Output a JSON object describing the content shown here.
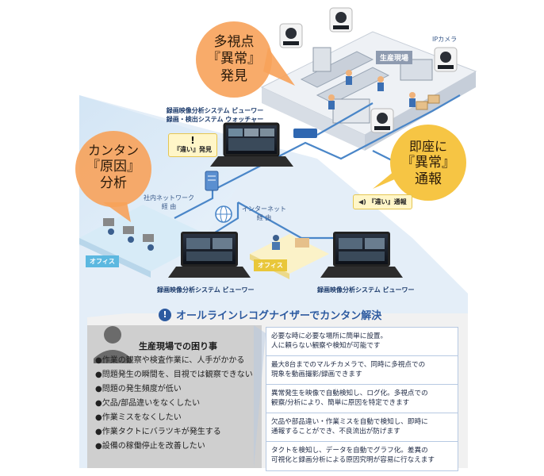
{
  "bubbles": {
    "multi_view": {
      "line1": "多視点",
      "line2": "『異常』",
      "line3": "発見"
    },
    "easy_cause": {
      "line1": "カンタン",
      "line2": "『原因』",
      "line3": "分析"
    },
    "instant": {
      "line1": "即座に",
      "line2": "『異常』",
      "line3": "通報"
    }
  },
  "labels": {
    "ip_camera": "IPカメラ",
    "production_site": "生産現場",
    "system_top_line1": "録画映像分析システム ビューワー",
    "system_top_line2": "録画・検出システム ウォッチャー",
    "difference_found": "『違い』発見",
    "difference_notify": "『違い』通報",
    "intranet_line1": "社内ネットワーク",
    "intranet_line2": "経 由",
    "internet_line1": "インターネット",
    "internet_line2": "経 由",
    "office": "オフィス",
    "viewer_left": "録画映像分析システム ビューワー",
    "viewer_right": "録画映像分析システム ビューワー"
  },
  "solution_header": {
    "icon": "exclamation-icon",
    "title": "オールラインレコグナイザーでカンタン解決"
  },
  "problems": {
    "title": "生産現場での困り事",
    "items": [
      "●作業の観察や検査作業に、人手がかかる",
      "●問題発生の瞬間を、目視では観察できない",
      "●問題の発生頻度が低い",
      "●欠品/部品違いをなくしたい",
      "●作業ミスをなくしたい",
      "●作業タクトにバラツキが発生する",
      "●設備の稼働停止を改善したい"
    ]
  },
  "solutions": [
    {
      "line1": "必要な時に必要な場所に簡単に設置。",
      "line2": "人に頼らない観察や検知が可能です"
    },
    {
      "line1": "最大8台までのマルチカメラで、同時に多視点での",
      "line2": "現象を動画撮影/録画できます"
    },
    {
      "line1": "異常発生を映像で自動検知し、ログ化。多視点での",
      "line2": "観察/分析により、簡単に原因を特定できます"
    },
    {
      "line1": "欠品や部品違い・作業ミスを自動で検知し、即時に",
      "line2": "通報することができ、不良流出が防げます"
    },
    {
      "line1": "タクトを検知し、データを自動でグラフ化。差異の",
      "line2": "可視化と録画分析による原因究明が容易に行なえます"
    }
  ],
  "colors": {
    "orange_bubble": "#f7a25a",
    "yellow_bubble": "#f6c544",
    "navy_text": "#1b3a6b",
    "accent_blue": "#2c5aa0",
    "network_line": "#4a86c8",
    "office_blue": "#5cb8e0",
    "office_yellow": "#e9c73a"
  }
}
